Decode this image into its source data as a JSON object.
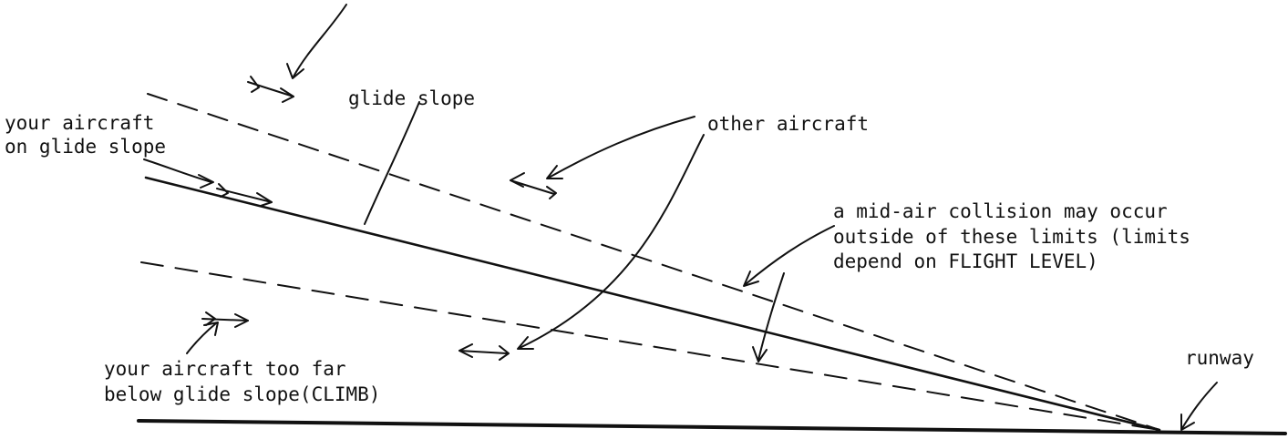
{
  "labels": {
    "glide_slope": "glide slope",
    "your_aircraft_on_glide_slope_line1": "your aircraft",
    "your_aircraft_on_glide_slope_line2": "on glide slope",
    "other_aircraft": "other aircraft",
    "mid_air_line1": "a mid-air collision may occur",
    "mid_air_line2": "outside of these limits (limits",
    "mid_air_line3": "depend on FLIGHT LEVEL)",
    "too_far_below_line1": "your aircraft too far",
    "too_far_below_line2": "below glide slope(CLIMB)",
    "runway": "runway"
  },
  "colors": {
    "ink": "#111111",
    "background": "#ffffff"
  }
}
